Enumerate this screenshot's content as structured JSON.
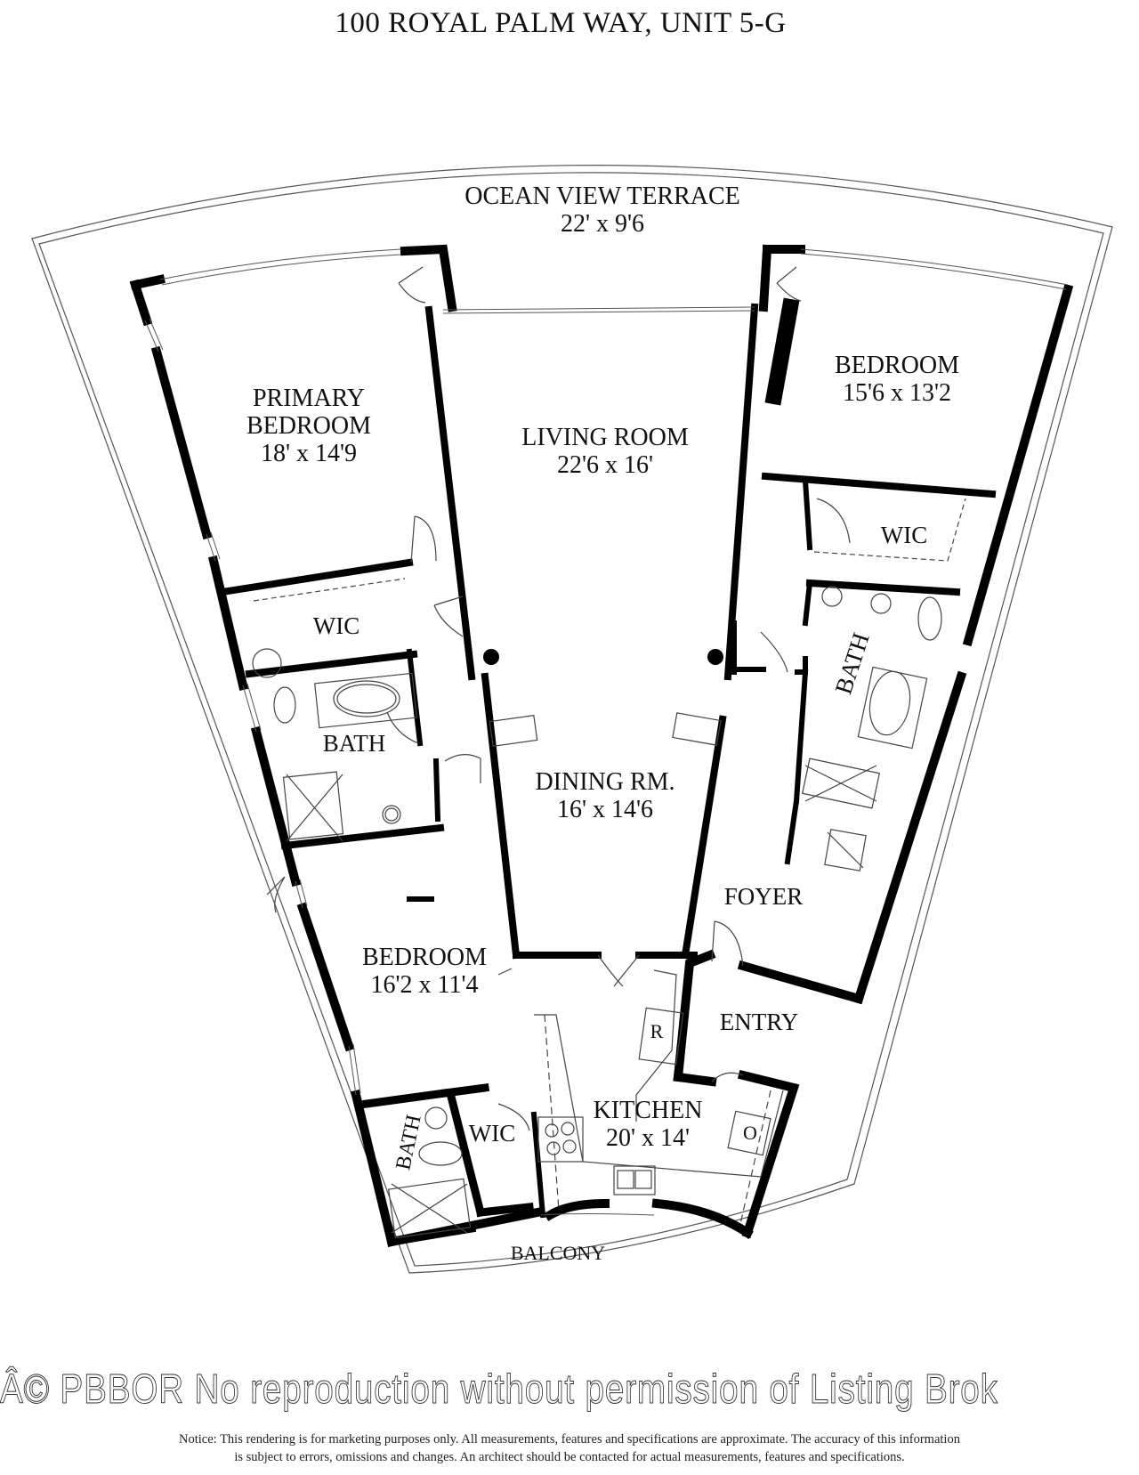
{
  "title": "100 ROYAL PALM WAY, UNIT 5-G",
  "rooms": {
    "terrace": {
      "name": "OCEAN VIEW TERRACE",
      "dims": "22' x 9'6"
    },
    "primary_bedroom": {
      "name_line1": "PRIMARY",
      "name_line2": "BEDROOM",
      "dims": "18' x 14'9"
    },
    "living_room": {
      "name": "LIVING ROOM",
      "dims": "22'6 x 16'"
    },
    "bedroom_east": {
      "name": "BEDROOM",
      "dims": "15'6 x 13'2"
    },
    "wic_primary": {
      "name": "WIC"
    },
    "bath_primary": {
      "name": "BATH"
    },
    "wic_east": {
      "name": "WIC"
    },
    "bath_east": {
      "name": "BATH"
    },
    "dining_room": {
      "name": "DINING RM.",
      "dims": "16' x 14'6"
    },
    "foyer": {
      "name": "FOYER"
    },
    "entry": {
      "name": "ENTRY"
    },
    "bedroom_south": {
      "name": "BEDROOM",
      "dims": "16'2 x 11'4"
    },
    "kitchen": {
      "name": "KITCHEN",
      "dims": "20' x 14'"
    },
    "refrigerator": {
      "name": "R"
    },
    "oven": {
      "name": "O"
    },
    "bath_south": {
      "name": "BATH"
    },
    "wic_south": {
      "name": "WIC"
    },
    "balcony": {
      "name": "BALCONY"
    }
  },
  "watermark": "Â© PBBOR No reproduction without permission of Listing Brok",
  "notice": {
    "line1": "Notice: This rendering is for marketing purposes only. All measurements, features and specifications are approximate. The accuracy of this information",
    "line2": "is subject to errors, omissions and changes. An architect should be contacted for actual measurements, features and specifications."
  }
}
